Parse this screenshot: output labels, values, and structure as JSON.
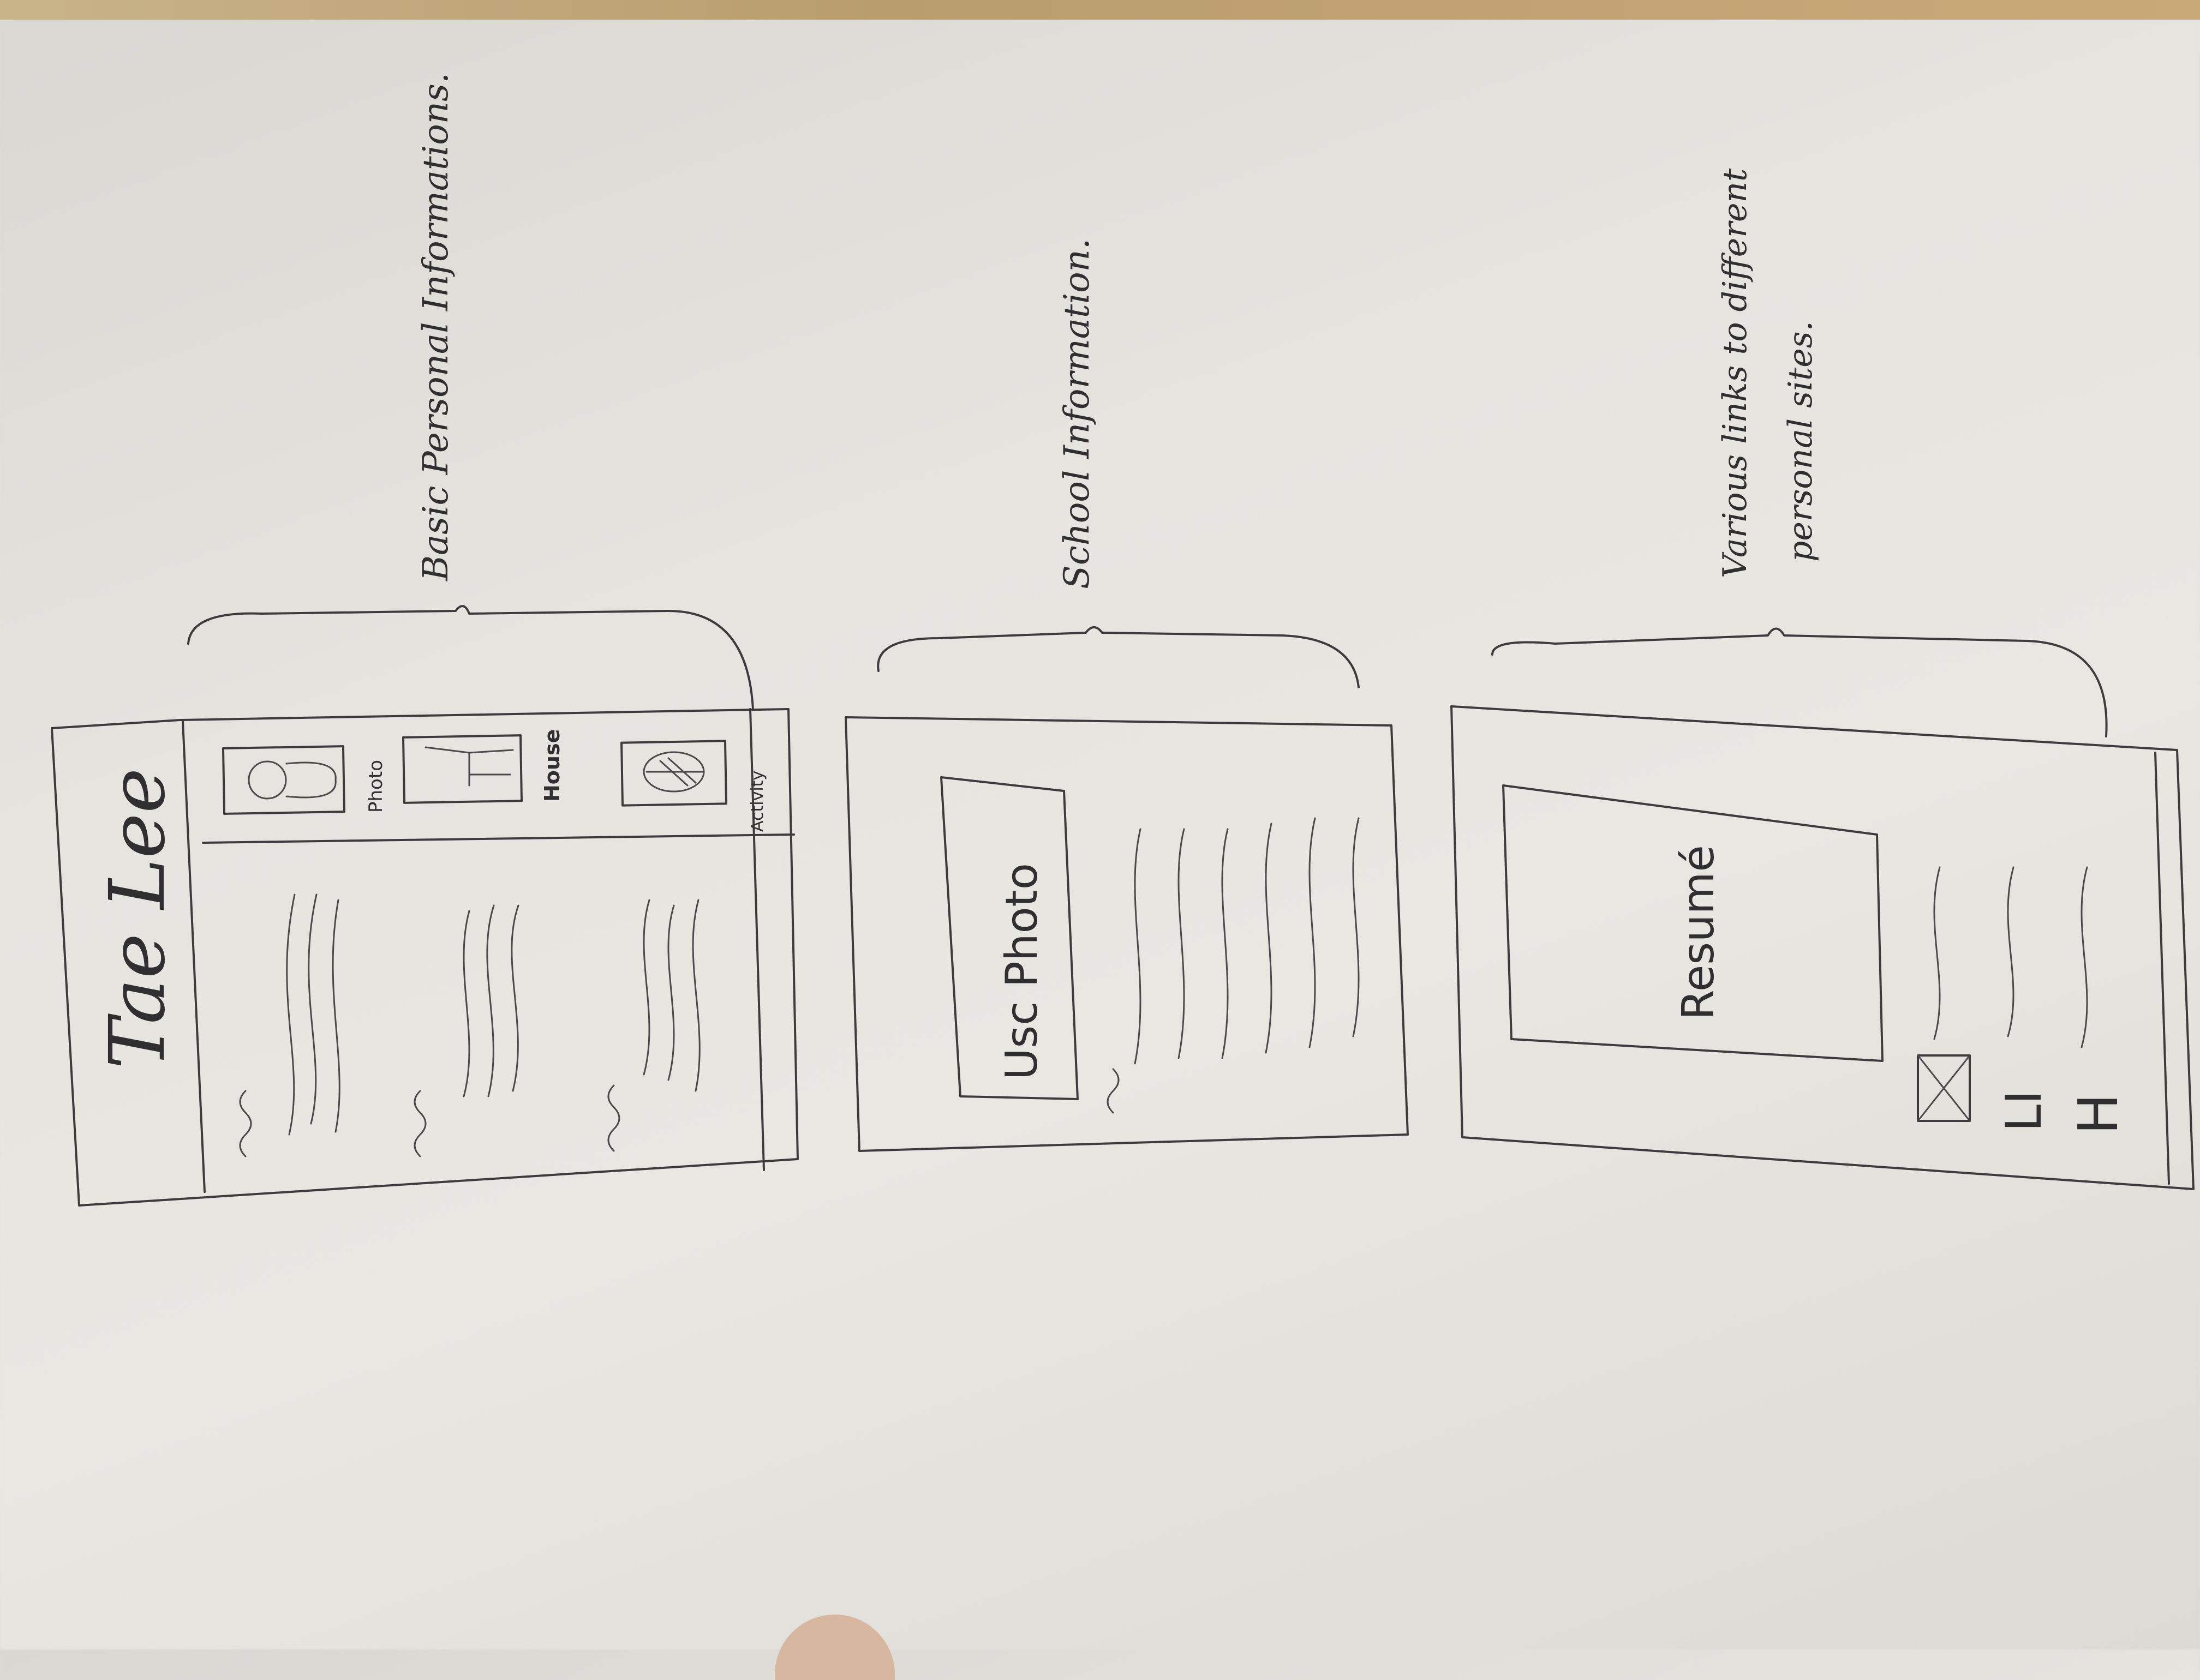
{
  "sketch": {
    "page1": {
      "title": "Tae Lee",
      "tiles": [
        {
          "icon": "person-icon",
          "label": "Photo"
        },
        {
          "icon": "house-icon",
          "label": "House"
        },
        {
          "icon": "leaf-icon",
          "label": "Activity"
        }
      ],
      "annotation": "Basic Personal Informations."
    },
    "page2": {
      "photo_label": "Usc Photo",
      "annotation": "School Information."
    },
    "page3": {
      "resume_label": "Resumé",
      "links": [
        {
          "icon": "envelope-icon",
          "label": ""
        },
        {
          "icon": "linkedin-icon",
          "label": "LI"
        },
        {
          "icon": "h-icon",
          "label": "H"
        }
      ],
      "annotation_line1": "Various links to different",
      "annotation_line2": "personal sites."
    }
  }
}
